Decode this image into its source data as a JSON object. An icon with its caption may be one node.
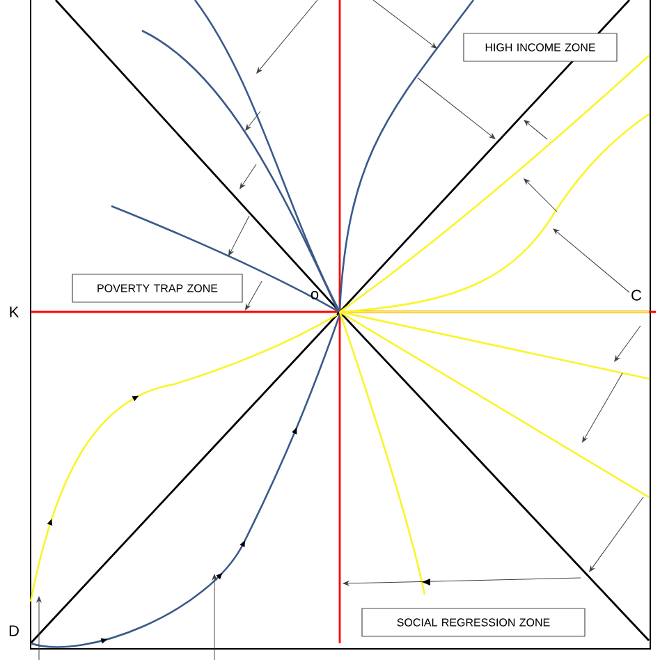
{
  "diagram": {
    "nodes": [
      {
        "text": [
          "HIGH INCOME ZONE"
        ]
      },
      {
        "text": [
          "POVERTY TRAP ZONE"
        ]
      },
      {
        "text": [
          "SOCIAL REGRESSION ZONE"
        ]
      }
    ],
    "labels": [
      "K",
      "o",
      "C",
      "D"
    ]
  }
}
